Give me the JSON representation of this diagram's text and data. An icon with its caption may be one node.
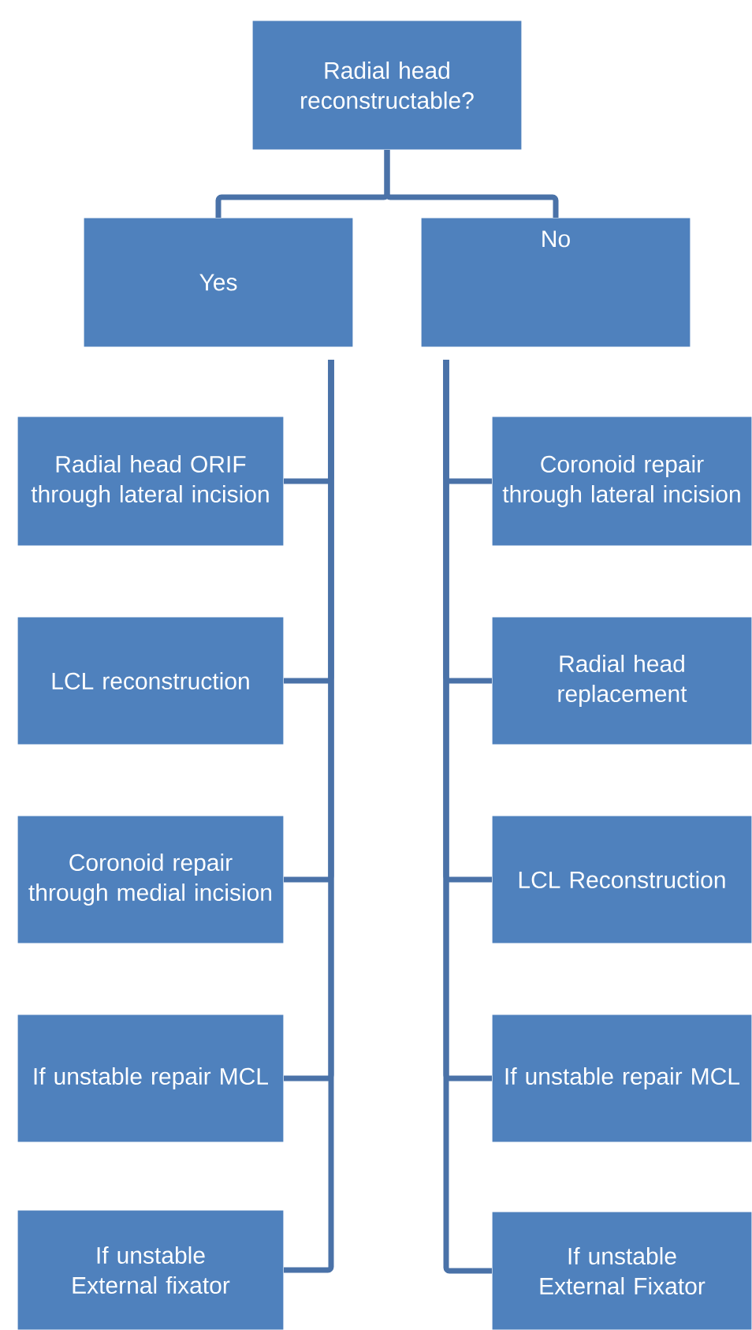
{
  "diagram": {
    "nodes": [
      {
        "text": [
          "Radial head reconstructable?"
        ]
      },
      {
        "text": [
          "Yes"
        ]
      },
      {
        "text": [
          "No"
        ]
      },
      {
        "text": [
          "Radial head ORIF through lateral incision"
        ]
      },
      {
        "text": [
          "LCL reconstruction"
        ]
      },
      {
        "text": [
          "Coronoid repair through medial incision"
        ]
      },
      {
        "text": [
          "If unstable repair MCL"
        ]
      },
      {
        "text": [
          "If unstable External fixator"
        ]
      },
      {
        "text": [
          "Coronoid repair through lateral incision"
        ]
      },
      {
        "text": [
          "Radial head replacement"
        ]
      },
      {
        "text": [
          "LCL Reconstruction"
        ]
      },
      {
        "text": [
          "If unstable repair MCL"
        ]
      },
      {
        "text": [
          "If unstable External Fixator"
        ]
      }
    ],
    "edges": [
      {
        "from": 0,
        "to": 1,
        "arrow": "none"
      },
      {
        "from": 0,
        "to": 2,
        "arrow": "none"
      },
      {
        "from": 1,
        "to": 3,
        "arrow": "none"
      },
      {
        "from": 1,
        "to": 4,
        "arrow": "none"
      },
      {
        "from": 1,
        "to": 5,
        "arrow": "none"
      },
      {
        "from": 1,
        "to": 6,
        "arrow": "none"
      },
      {
        "from": 1,
        "to": 7,
        "arrow": "none"
      },
      {
        "from": 2,
        "to": 8,
        "arrow": "none"
      },
      {
        "from": 2,
        "to": 9,
        "arrow": "none"
      },
      {
        "from": 2,
        "to": 10,
        "arrow": "none"
      },
      {
        "from": 2,
        "to": 11,
        "arrow": "none"
      },
      {
        "from": 2,
        "to": 12,
        "arrow": "none"
      }
    ]
  }
}
